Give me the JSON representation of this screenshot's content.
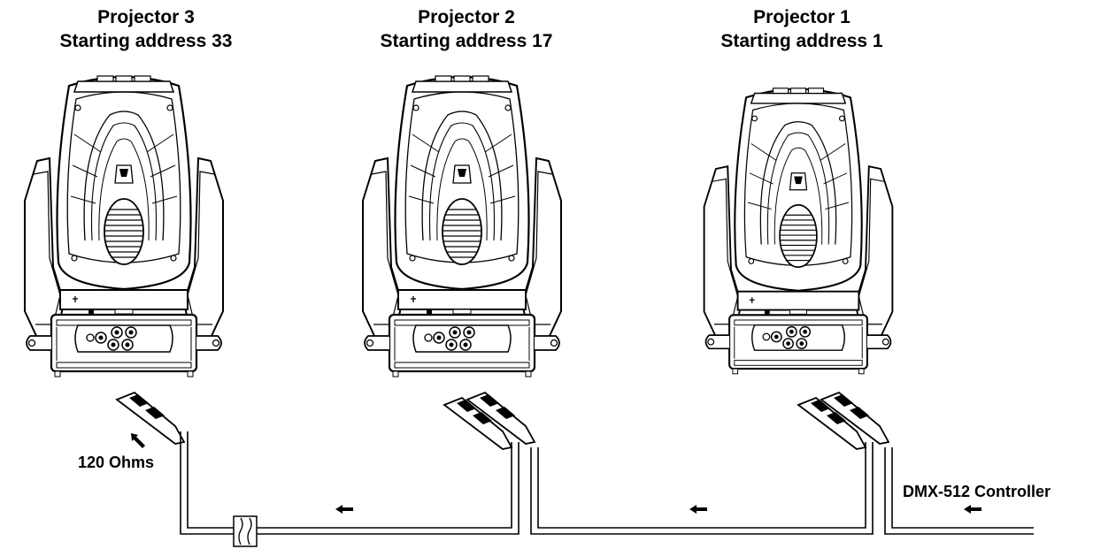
{
  "projectors": [
    {
      "name": "Projector 3",
      "address": "Starting address 33"
    },
    {
      "name": "Projector 2",
      "address": "Starting address 17"
    },
    {
      "name": "Projector 1",
      "address": "Starting address 1"
    }
  ],
  "terminator_label": "120 Ohms",
  "controller_label": "DMX-512 Controller",
  "colors": {
    "line": "#000000",
    "background": "#ffffff"
  },
  "icons": [
    "moving-head-projector-icon",
    "xlr-connector-icon",
    "signal-arrow-icon",
    "cable-break-icon"
  ]
}
